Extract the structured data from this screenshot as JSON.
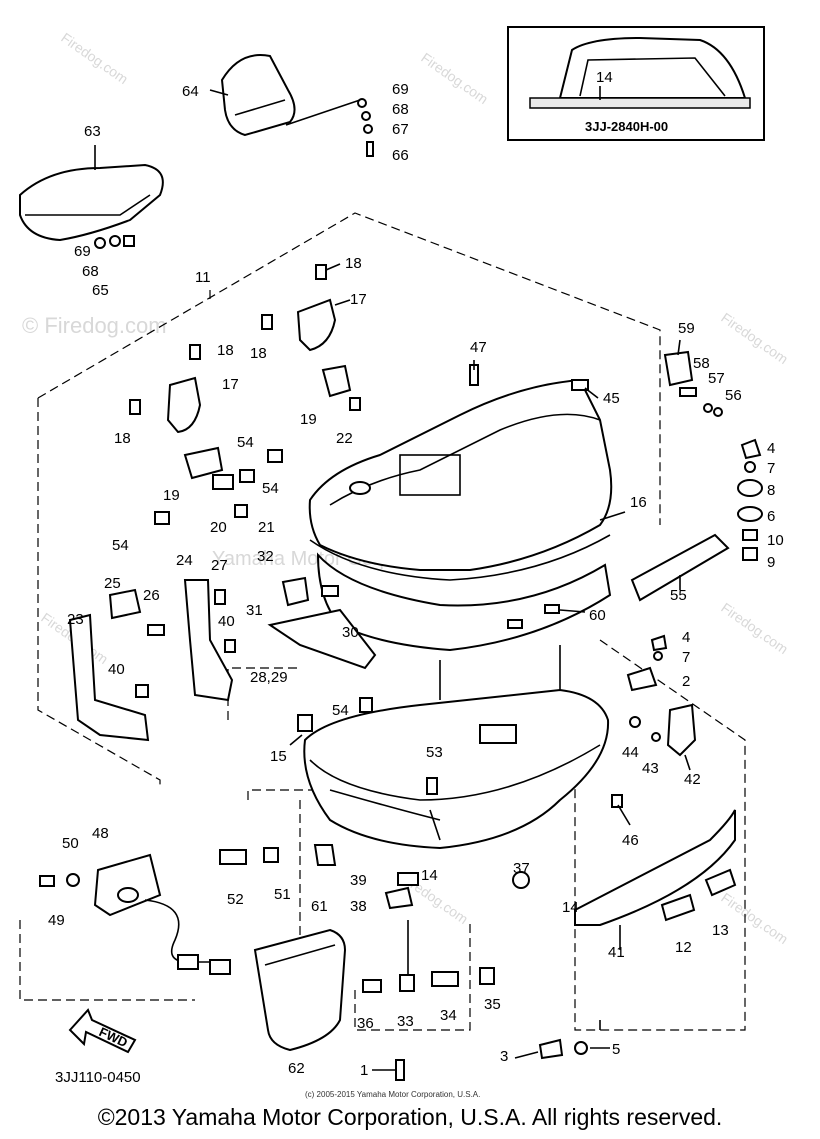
{
  "watermarks": {
    "main": "© Firedog.com",
    "center": "Yamaha Motor Corp. U.S.A.",
    "small": "Firedog.com"
  },
  "inset": {
    "part_number": "14",
    "code": "3JJ-2840H-00"
  },
  "diagram_code": "3JJ110-0450",
  "fwd_label": "FWD",
  "fine_print": "(c) 2005-2015 Yamaha Motor Corporation, U.S.A.",
  "copyright": "©2013 Yamaha Motor Corporation, U.S.A. All rights reserved.",
  "labels": [
    "64",
    "69",
    "68",
    "67",
    "66",
    "63",
    "69",
    "68",
    "65",
    "11",
    "18",
    "17",
    "18",
    "18",
    "17",
    "18",
    "47",
    "45",
    "59",
    "58",
    "57",
    "56",
    "19",
    "22",
    "54",
    "19",
    "54",
    "20",
    "21",
    "54",
    "4",
    "7",
    "8",
    "6",
    "10",
    "9",
    "16",
    "55",
    "60",
    "32",
    "31",
    "30",
    "24",
    "27",
    "25",
    "26",
    "23",
    "40",
    "40",
    "28,29",
    "4",
    "7",
    "2",
    "54",
    "15",
    "53",
    "44",
    "43",
    "42",
    "46",
    "14",
    "37",
    "41",
    "12",
    "13",
    "50",
    "48",
    "52",
    "51",
    "61",
    "39",
    "38",
    "49",
    "36",
    "33",
    "34",
    "35",
    "62",
    "3",
    "5",
    "1",
    "14"
  ]
}
